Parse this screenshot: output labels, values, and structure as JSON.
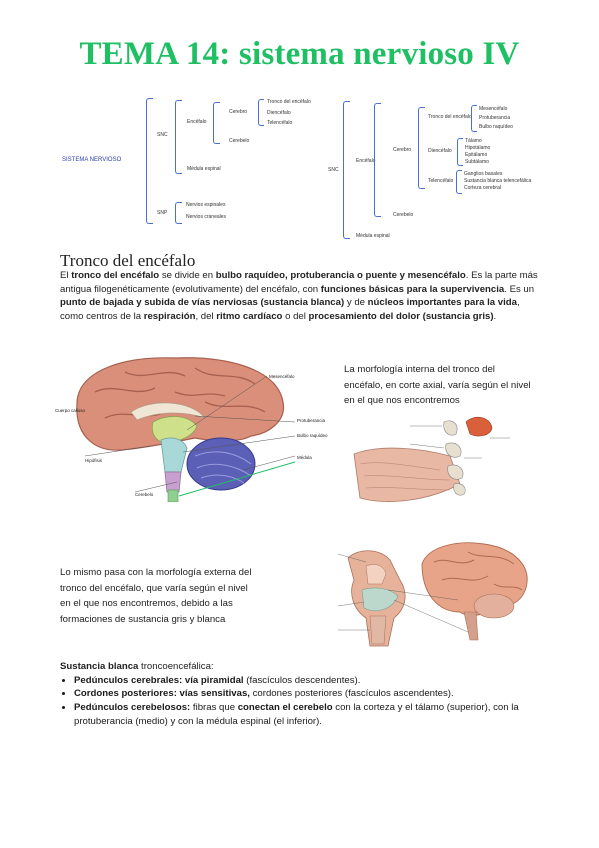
{
  "title": "TEMA 14: sistema nervioso IV",
  "mindmap": {
    "root": "SISTEMA NERVIOSO",
    "snc": "SNC",
    "snp": "SNP",
    "encefalo": "Encéfalo",
    "cerebro": "Cerebro",
    "tronco": "Tronco del encéfalo",
    "diencefalo": "Diencéfalo",
    "telencefalo": "Telencéfalo",
    "cerebelo": "Cerebelo",
    "medula": "Médula espinal",
    "nervios_craneales": "Nervios craneales",
    "nervios_espinales": "Nervios espinales",
    "snc_right": "SNC",
    "encefalo_right": "Encéfalo",
    "cerebro_right": "Cerebro",
    "tronco_right": "Tronco del encéfalo",
    "tronco_items": [
      "Mesencéfalo",
      "Protuberancia",
      "Bulbo raquídeo"
    ],
    "diencefalo_right": "Diencéfalo",
    "dien_items": [
      "Tálamo",
      "Hipotálamo",
      "Epitálamo",
      "Subtálamo"
    ],
    "telencefalo_right": "Telencéfalo",
    "tele_items": [
      "Ganglios basales",
      "Sustancia blanca telencefálica",
      "Corteza cerebral"
    ],
    "cerebelo_right": "Cerebelo",
    "medula_right": "Médula espinal"
  },
  "section": {
    "heading": "Tronco del encéfalo",
    "intro": {
      "t1": "El ",
      "b1": "tronco del encéfalo",
      "t2": " se divide en ",
      "b2": "bulbo raquídeo, protuberancia o puente y mesencéfalo",
      "t3": ". Es la parte más antigua filogenéticamente (evolutivamente) del encéfalo, con ",
      "b3": "funciones básicas para la supervivencia",
      "t4": ". Es un ",
      "b4": "punto de bajada y subida de vías nerviosas (sustancia blanca)",
      "t5": " y de ",
      "b5": "núcleos importantes para la vida",
      "t6": ", como centros de la ",
      "b6": "respiración",
      "t7": ", del ",
      "b7": "ritmo cardíaco",
      "t8": " o del ",
      "b8": "procesamiento del dolor (sustancia gris)",
      "t9": "."
    },
    "note_internal": "La morfología interna del tronco del encéfalo, en corte axial, varía según el nivel en el que nos encontremos",
    "note_external": "Lo mismo pasa con la morfología externa del tronco del encéfalo, que varía según el nivel en el que nos encontremos, debido a las formaciones de sustancia gris y blanca",
    "figure1_labels": [
      "Mesencéfalo",
      "Cuerpo calloso",
      "Protuberancia",
      "Hipófisis",
      "Bulbo raquídeo",
      "Cerebelo",
      "Médula"
    ],
    "white_heading_bold": "Sustancia blanca",
    "white_heading_rest": " troncoencefálica:",
    "bullets": [
      {
        "b1": "Pedúnculos cerebrales:",
        "b2": " vía piramidal",
        "t": " (fascículos descendentes)."
      },
      {
        "b1": "Cordones posteriores:",
        "b2": " vías sensitivas,",
        "t": " cordones posteriores (fascículos ascendentes)."
      },
      {
        "b1": "Pedúnculos cerebelosos:",
        "t1": " fibras que ",
        "b2": "conectan el cerebelo",
        "t": " con la corteza y el tálamo (superior), con la protuberancia (medio) y con la médula espinal (el inferior)."
      }
    ]
  },
  "colors": {
    "title": "#1fbf64",
    "bracket": "#4a6fd0",
    "cerebrum": "#d98f7a",
    "cerebellum": "#5b5fb5",
    "brainstem": "#cfe08a",
    "pons": "#a8d8d8",
    "medulla": "#c8a0d0",
    "spinal": "#8fd08f"
  }
}
